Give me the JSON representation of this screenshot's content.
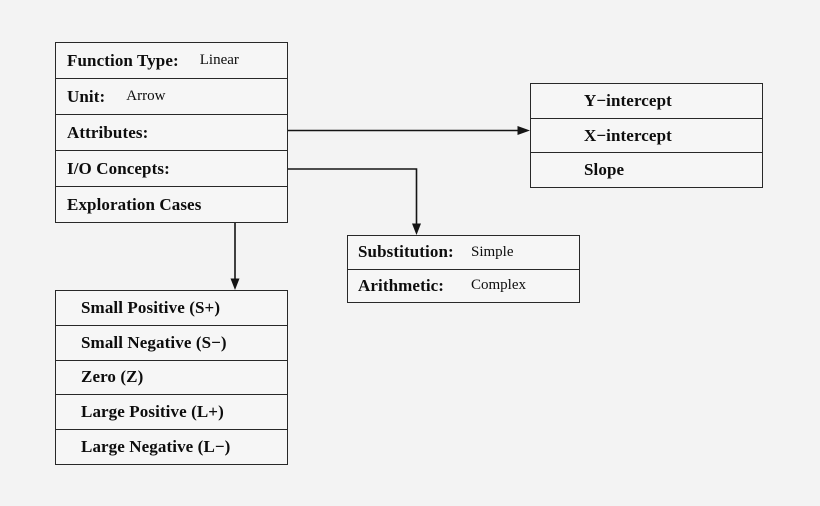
{
  "colors": {
    "background": "#f3f3f3",
    "box_fill": "#f6f6f6",
    "line": "#141414",
    "text": "#0d0d0d"
  },
  "function_box": {
    "rows": [
      {
        "label": "Function Type:",
        "value": "Linear"
      },
      {
        "label": "Unit:",
        "value": "Arrow"
      },
      {
        "label": "Attributes:",
        "value": ""
      },
      {
        "label": "I/O Concepts:",
        "value": ""
      },
      {
        "label": "Exploration Cases",
        "value": ""
      }
    ]
  },
  "attributes_box": {
    "items": [
      "Y−intercept",
      "X−intercept",
      "Slope"
    ]
  },
  "io_box": {
    "rows": [
      {
        "label": "Substitution:",
        "value": "Simple"
      },
      {
        "label": "Arithmetic:",
        "value": "Complex"
      }
    ]
  },
  "cases_box": {
    "items": [
      "Small Positive (S+)",
      "Small Negative (S−)",
      "Zero (Z)",
      "Large Positive (L+)",
      "Large Negative (L−)"
    ]
  },
  "connections": [
    {
      "from": "Attributes:",
      "to": "attributes-list-box",
      "style": "bullet-arrow"
    },
    {
      "from": "I/O Concepts:",
      "to": "io-concepts-box",
      "style": "bullet-arrow"
    },
    {
      "from": "Exploration Cases",
      "to": "exploration-cases-box",
      "style": "bullet-arrow"
    }
  ]
}
